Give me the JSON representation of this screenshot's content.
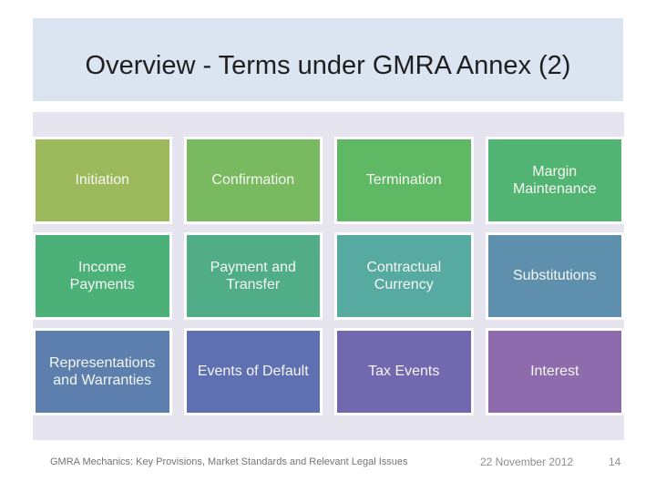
{
  "slide": {
    "title": "Overview - Terms under GMRA Annex (2)"
  },
  "terms_grid": {
    "rows": [
      {
        "cells": [
          {
            "label": "Initiation",
            "color": "#9cba5c"
          },
          {
            "label": "Confirmation",
            "color": "#79ba60"
          },
          {
            "label": "Termination",
            "color": "#5fb863"
          },
          {
            "label": "Margin\nMaintenance",
            "color": "#52b473"
          }
        ]
      },
      {
        "cells": [
          {
            "label": "Income\nPayments",
            "color": "#4cb079"
          },
          {
            "label": "Payment and\nTransfer",
            "color": "#51ad87"
          },
          {
            "label": "Contractual\nCurrency",
            "color": "#56aaa0"
          },
          {
            "label": "Substitutions",
            "color": "#5e90ae"
          }
        ]
      },
      {
        "cells": [
          {
            "label": "Representations\nand Warranties",
            "color": "#5c7fae"
          },
          {
            "label": "Events of Default",
            "color": "#5f70b2"
          },
          {
            "label": "Tax Events",
            "color": "#7268b0"
          },
          {
            "label": "Interest",
            "color": "#8e6bac"
          }
        ]
      }
    ]
  },
  "footer": {
    "left_text": "GMRA Mechanics: Key Provisions, Market Standards and Relevant Legal Issues",
    "date": "22 November 2012",
    "page_number": "14"
  },
  "colors": {
    "title_bg": "#dbe5f1",
    "grid_bg": "#e6e4ee"
  }
}
